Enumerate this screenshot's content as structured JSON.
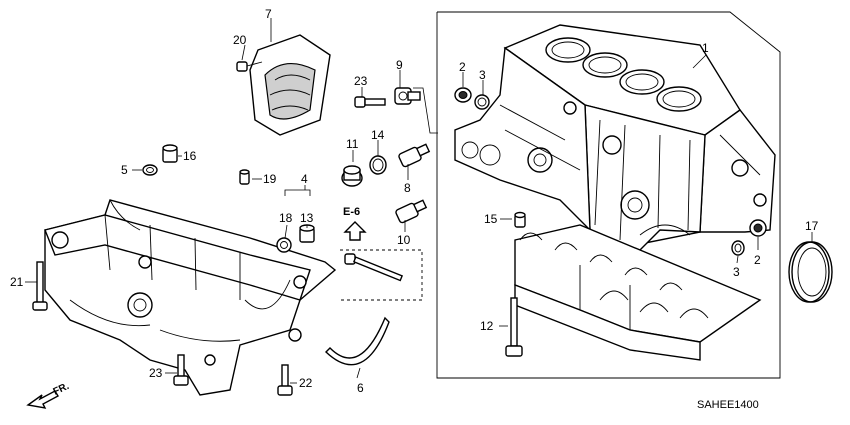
{
  "diagram": {
    "callouts": [
      {
        "id": "c1",
        "label": "1"
      },
      {
        "id": "c2a",
        "label": "2"
      },
      {
        "id": "c3a",
        "label": "3"
      },
      {
        "id": "c3b",
        "label": "3"
      },
      {
        "id": "c2b",
        "label": "2"
      },
      {
        "id": "c4",
        "label": "4"
      },
      {
        "id": "c5",
        "label": "5"
      },
      {
        "id": "c6",
        "label": "6"
      },
      {
        "id": "c7",
        "label": "7"
      },
      {
        "id": "c8",
        "label": "8"
      },
      {
        "id": "c9",
        "label": "9"
      },
      {
        "id": "c10",
        "label": "10"
      },
      {
        "id": "c11",
        "label": "11"
      },
      {
        "id": "c12",
        "label": "12"
      },
      {
        "id": "c13",
        "label": "13"
      },
      {
        "id": "c14",
        "label": "14"
      },
      {
        "id": "c15",
        "label": "15"
      },
      {
        "id": "c16",
        "label": "16"
      },
      {
        "id": "c17",
        "label": "17"
      },
      {
        "id": "c18",
        "label": "18"
      },
      {
        "id": "c19",
        "label": "19"
      },
      {
        "id": "c20",
        "label": "20"
      },
      {
        "id": "c21",
        "label": "21"
      },
      {
        "id": "c22",
        "label": "22"
      },
      {
        "id": "c23a",
        "label": "23"
      },
      {
        "id": "c23b",
        "label": "23"
      }
    ],
    "reference": "E-6",
    "direction_label": "FR.",
    "diagram_code": "SAHEE1400"
  }
}
